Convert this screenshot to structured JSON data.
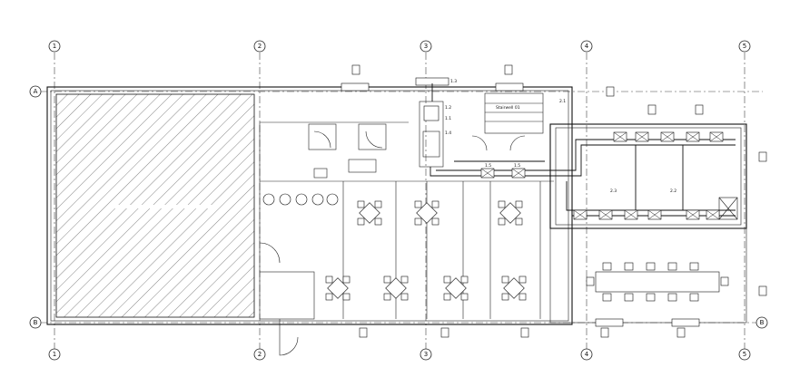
{
  "axes": {
    "columns": [
      "1",
      "2",
      "3",
      "4",
      "5"
    ],
    "rows": [
      "A",
      "B"
    ]
  },
  "labels": {
    "duct_1_1": "1.1",
    "duct_1_2": "1.2",
    "duct_1_3": "1.3",
    "duct_1_4": "1.4",
    "duct_1_5a": "1.5",
    "duct_1_5b": "1.5",
    "duct_2_1": "2.1",
    "duct_2_2": "2.2",
    "duct_2_3": "2.3",
    "room_storage": "Stairwell 01"
  }
}
